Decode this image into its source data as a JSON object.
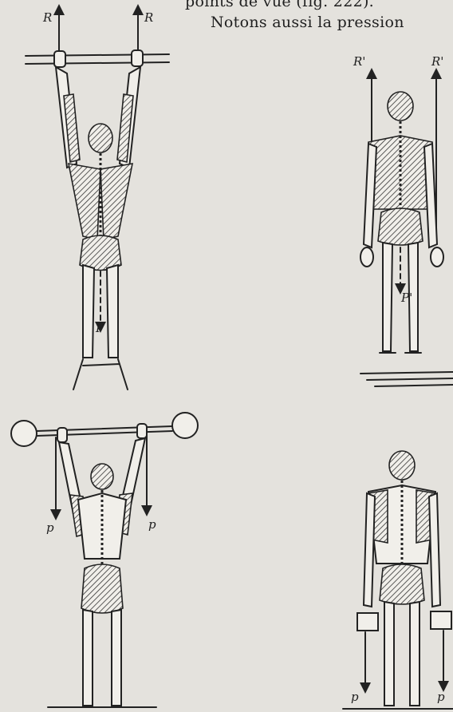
{
  "header": {
    "line1": "points de vue (fig. 222).",
    "line2": "Notons aussi la pression"
  },
  "figures": [
    {
      "name": "hanging-figure",
      "labels": [
        "R",
        "R",
        "P"
      ]
    },
    {
      "name": "standing-figure-top-right",
      "labels": [
        "R'",
        "R'",
        "P'"
      ]
    },
    {
      "name": "dumbbell-figure",
      "labels": [
        "p",
        "p"
      ]
    },
    {
      "name": "weights-figure",
      "labels": [
        "p",
        "p"
      ]
    }
  ]
}
